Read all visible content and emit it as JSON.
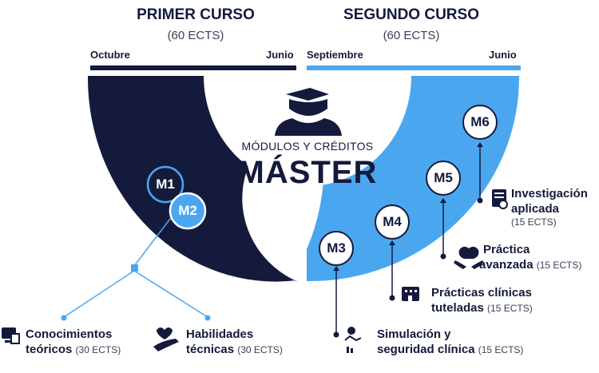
{
  "year1": {
    "title": "PRIMER CURSO",
    "ects": "(60 ECTS)",
    "start": "Octubre",
    "end": "Junio"
  },
  "year2": {
    "title": "SEGUNDO CURSO",
    "ects": "(60 ECTS)",
    "start": "Septiembre",
    "end": "Junio"
  },
  "center": {
    "subtitle": "MÓDULOS Y CRÉDITOS",
    "title": "MÁSTER"
  },
  "modules": {
    "m1": "M1",
    "m2": "M2",
    "m3": "M3",
    "m4": "M4",
    "m5": "M5",
    "m6": "M6"
  },
  "labels": {
    "conocimientos": {
      "title1": "Conocimientos",
      "title2": "teóricos",
      "ects": "(30 ECTS)"
    },
    "habilidades": {
      "title1": "Habilidades",
      "title2": "técnicas",
      "ects": "(30 ECTS)"
    },
    "simulacion": {
      "title1": "Simulación y",
      "title2": "seguridad clínica",
      "ects": "(15 ECTS)"
    },
    "practicas_clinicas": {
      "title1": "Prácticas clínicas",
      "title2": "tuteladas",
      "ects": "(15 ECTS)"
    },
    "practica_avanzada": {
      "title1": "Práctica",
      "title2": "avanzada",
      "ects": "(15 ECTS)"
    },
    "investigacion": {
      "title1": "Investigación",
      "title2": "aplicada",
      "ects": "(15 ECTS)"
    }
  },
  "colors": {
    "navy": "#141a3c",
    "blue": "#4aa7ef",
    "light_blue": "#5bb0f0"
  }
}
